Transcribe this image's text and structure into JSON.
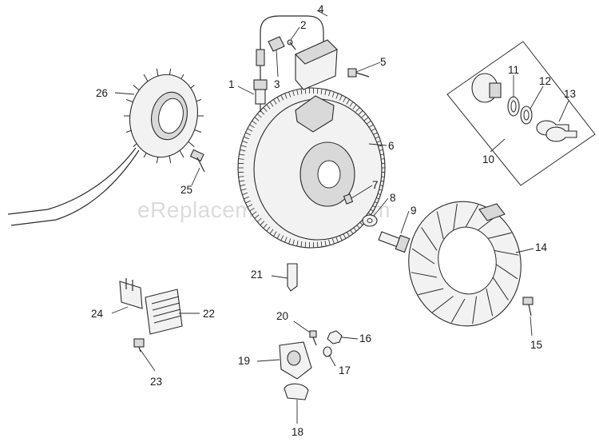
{
  "watermark": "eReplacementParts.com",
  "callouts": [
    "1",
    "2",
    "3",
    "4",
    "5",
    "6",
    "7",
    "8",
    "9",
    "10",
    "11",
    "12",
    "13",
    "14",
    "15",
    "16",
    "17",
    "18",
    "19",
    "20",
    "21",
    "22",
    "23",
    "24",
    "25",
    "26"
  ],
  "colors": {
    "line": "#2b2b2b",
    "fill": "#f2f2f2",
    "watermark": "#cfcfcf"
  }
}
